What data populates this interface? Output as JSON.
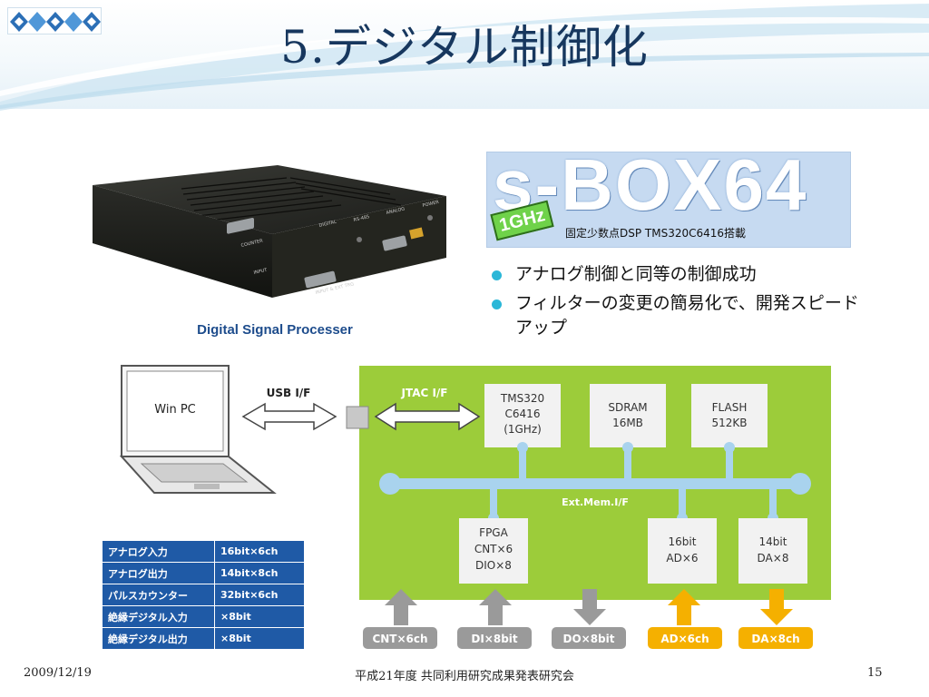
{
  "slide": {
    "title": "5.デジタル制御化"
  },
  "photo": {
    "caption": "Digital Signal Processer",
    "panel_labels": [
      "COUNTER",
      "DIGITAL",
      "RS-485",
      "ANALOG",
      "POWER",
      "INPUT",
      "INPUT & EXT TRG"
    ]
  },
  "sbox_logo": {
    "name": "s-BOX64",
    "badge": "1GHz",
    "subtitle": "固定少数点DSP TMS320C6416搭載"
  },
  "bullets": [
    "アナログ制御と同等の制御成功",
    "フィルターの変更の簡易化で、開発スピードアップ"
  ],
  "diagram": {
    "pc_label": "Win PC",
    "usb_label": "USB I/F",
    "jtac_label": "JTAC I/F",
    "bus_label": "Ext.Mem.I/F",
    "top_blocks": [
      {
        "lines": [
          "TMS320",
          "C6416",
          "(1GHz)"
        ]
      },
      {
        "lines": [
          "SDRAM",
          "16MB"
        ]
      },
      {
        "lines": [
          "FLASH",
          "512KB"
        ]
      }
    ],
    "bottom_blocks": [
      {
        "lines": [
          "FPGA",
          "CNT×6",
          "DIO×8"
        ]
      },
      {
        "lines": [
          "16bit",
          "AD×6"
        ]
      },
      {
        "lines": [
          "14bit",
          "DA×8"
        ]
      }
    ],
    "io_buttons": [
      {
        "label": "CNT×6ch",
        "direction": "up",
        "color": "#9a9a9a"
      },
      {
        "label": "DI×8bit",
        "direction": "up",
        "color": "#9a9a9a"
      },
      {
        "label": "DO×8bit",
        "direction": "down",
        "color": "#9a9a9a"
      },
      {
        "label": "AD×6ch",
        "direction": "up",
        "color": "#f5b000"
      },
      {
        "label": "DA×8ch",
        "direction": "down",
        "color": "#f5b000"
      }
    ],
    "colors": {
      "board": "#9ccc3a",
      "bus": "#a9d3ee",
      "chip": "#f2f2f2",
      "gray_io": "#9a9a9a",
      "orange_io": "#f5b000"
    }
  },
  "spec_table": [
    [
      "アナログ入力",
      "16bit×6ch"
    ],
    [
      "アナログ出力",
      "14bit×8ch"
    ],
    [
      "パルスカウンター",
      "32bit×6ch"
    ],
    [
      "絶縁デジタル入力",
      "×8bit"
    ],
    [
      "絶縁デジタル出力",
      "×8bit"
    ]
  ],
  "footer": {
    "date": "2009/12/19",
    "conference": "平成21年度 共同利用研究成果発表研究会",
    "page": "15"
  }
}
